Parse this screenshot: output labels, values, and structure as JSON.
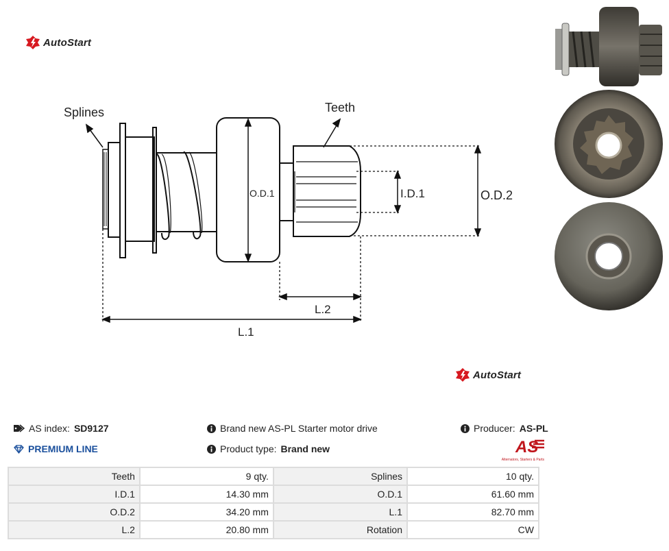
{
  "brand": {
    "name": "AutoStart"
  },
  "diagram": {
    "labels": {
      "splines": "Splines",
      "teeth": "Teeth",
      "od1": "O.D.1",
      "id1": "I.D.1",
      "od2": "O.D.2",
      "l2": "L.2",
      "l1": "L.1"
    }
  },
  "info": {
    "as_index_label": "AS index:",
    "as_index_value": "SD9127",
    "premium": "PREMIUM LINE",
    "description": "Brand new AS-PL Starter motor drive",
    "product_type_label": "Product type:",
    "product_type_value": "Brand new",
    "producer_label": "Producer:",
    "producer_value": "AS-PL",
    "producer_logo_text": "AS",
    "producer_tagline": "Alternators, Starters & Parts"
  },
  "specs": [
    {
      "label1": "Teeth",
      "value1": "9 qty.",
      "label2": "Splines",
      "value2": "10 qty."
    },
    {
      "label1": "I.D.1",
      "value1": "14.30 mm",
      "label2": "O.D.1",
      "value2": "61.60 mm"
    },
    {
      "label1": "O.D.2",
      "value1": "34.20 mm",
      "label2": "L.1",
      "value2": "82.70 mm"
    },
    {
      "label1": "L.2",
      "value1": "20.80 mm",
      "label2": "Rotation",
      "value2": "CW"
    }
  ],
  "colors": {
    "brand_red": "#d71920",
    "premium_blue": "#1a4f9c",
    "label_bg": "#f1f1f1"
  },
  "icons": [
    "autostart-logo-icon",
    "tag-icon",
    "diamond-icon",
    "info-icon"
  ]
}
